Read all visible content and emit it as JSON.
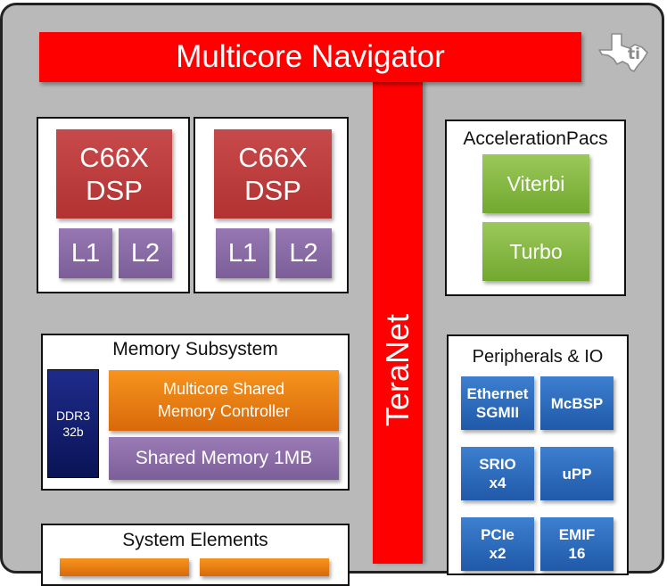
{
  "navigator": {
    "label": "Multicore Navigator"
  },
  "teranet": {
    "label": "TeraNet"
  },
  "dsp_cores": [
    {
      "line1": "C66X",
      "line2": "DSP",
      "l1": "L1",
      "l2": "L2"
    },
    {
      "line1": "C66X",
      "line2": "DSP",
      "l1": "L1",
      "l2": "L2"
    }
  ],
  "acceleration": {
    "title": "AccelerationPacs",
    "items": [
      "Viterbi",
      "Turbo"
    ]
  },
  "memory": {
    "title": "Memory Subsystem",
    "ddr_line1": "DDR3",
    "ddr_line2": "32b",
    "controller_line1": "Multicore Shared",
    "controller_line2": "Memory Controller",
    "shared": "Shared Memory 1MB"
  },
  "peripherals": {
    "title": "Peripherals & IO",
    "items": [
      {
        "line1": "Ethernet",
        "line2": "SGMII"
      },
      {
        "line1": "McBSP",
        "line2": ""
      },
      {
        "line1": "SRIO",
        "line2": "x4"
      },
      {
        "line1": "uPP",
        "line2": ""
      },
      {
        "line1": "PCIe",
        "line2": "x2"
      },
      {
        "line1": "EMIF",
        "line2": "16"
      }
    ]
  },
  "system": {
    "title": "System Elements"
  },
  "colors": {
    "bus_red": "#ff0000",
    "dsp_red": "#b23232",
    "cache_purple": "#7c5e98",
    "accel_green": "#72a830",
    "mem_orange": "#e8780f",
    "periph_blue": "#2a66b8",
    "ddr_navy": "#0a1456",
    "chip_gray": "#b9b9b9"
  },
  "logo": {
    "icon": "texas-instruments-logo"
  }
}
